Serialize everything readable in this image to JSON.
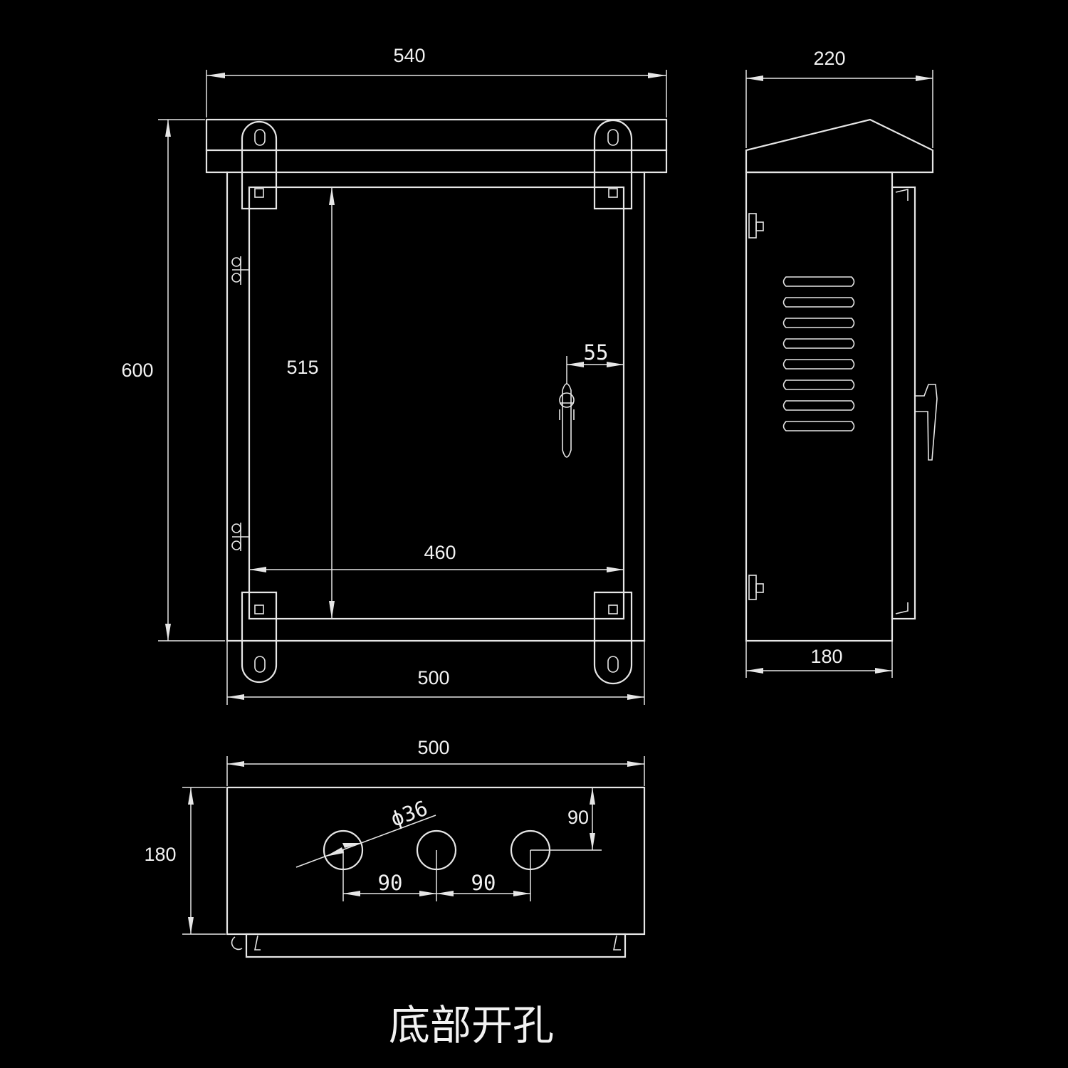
{
  "colors": {
    "background": "#000000",
    "line": "#e6e6e6",
    "text": "#f2f2f2"
  },
  "front_view": {
    "dims": {
      "roof_width": "540",
      "total_height": "600",
      "door_height": "515",
      "handle_offset": "55",
      "door_width": "460",
      "body_width": "500"
    }
  },
  "side_view": {
    "dims": {
      "roof_depth": "220",
      "body_depth": "180"
    },
    "louver_count": 8
  },
  "bottom_view": {
    "dims": {
      "width": "500",
      "depth": "180",
      "hole_diameter": "ϕ36",
      "hole_offset_from_back": "90",
      "hole_spacing_1": "90",
      "hole_spacing_2": "90"
    },
    "hole_count": 3,
    "caption": "底部开孔"
  }
}
